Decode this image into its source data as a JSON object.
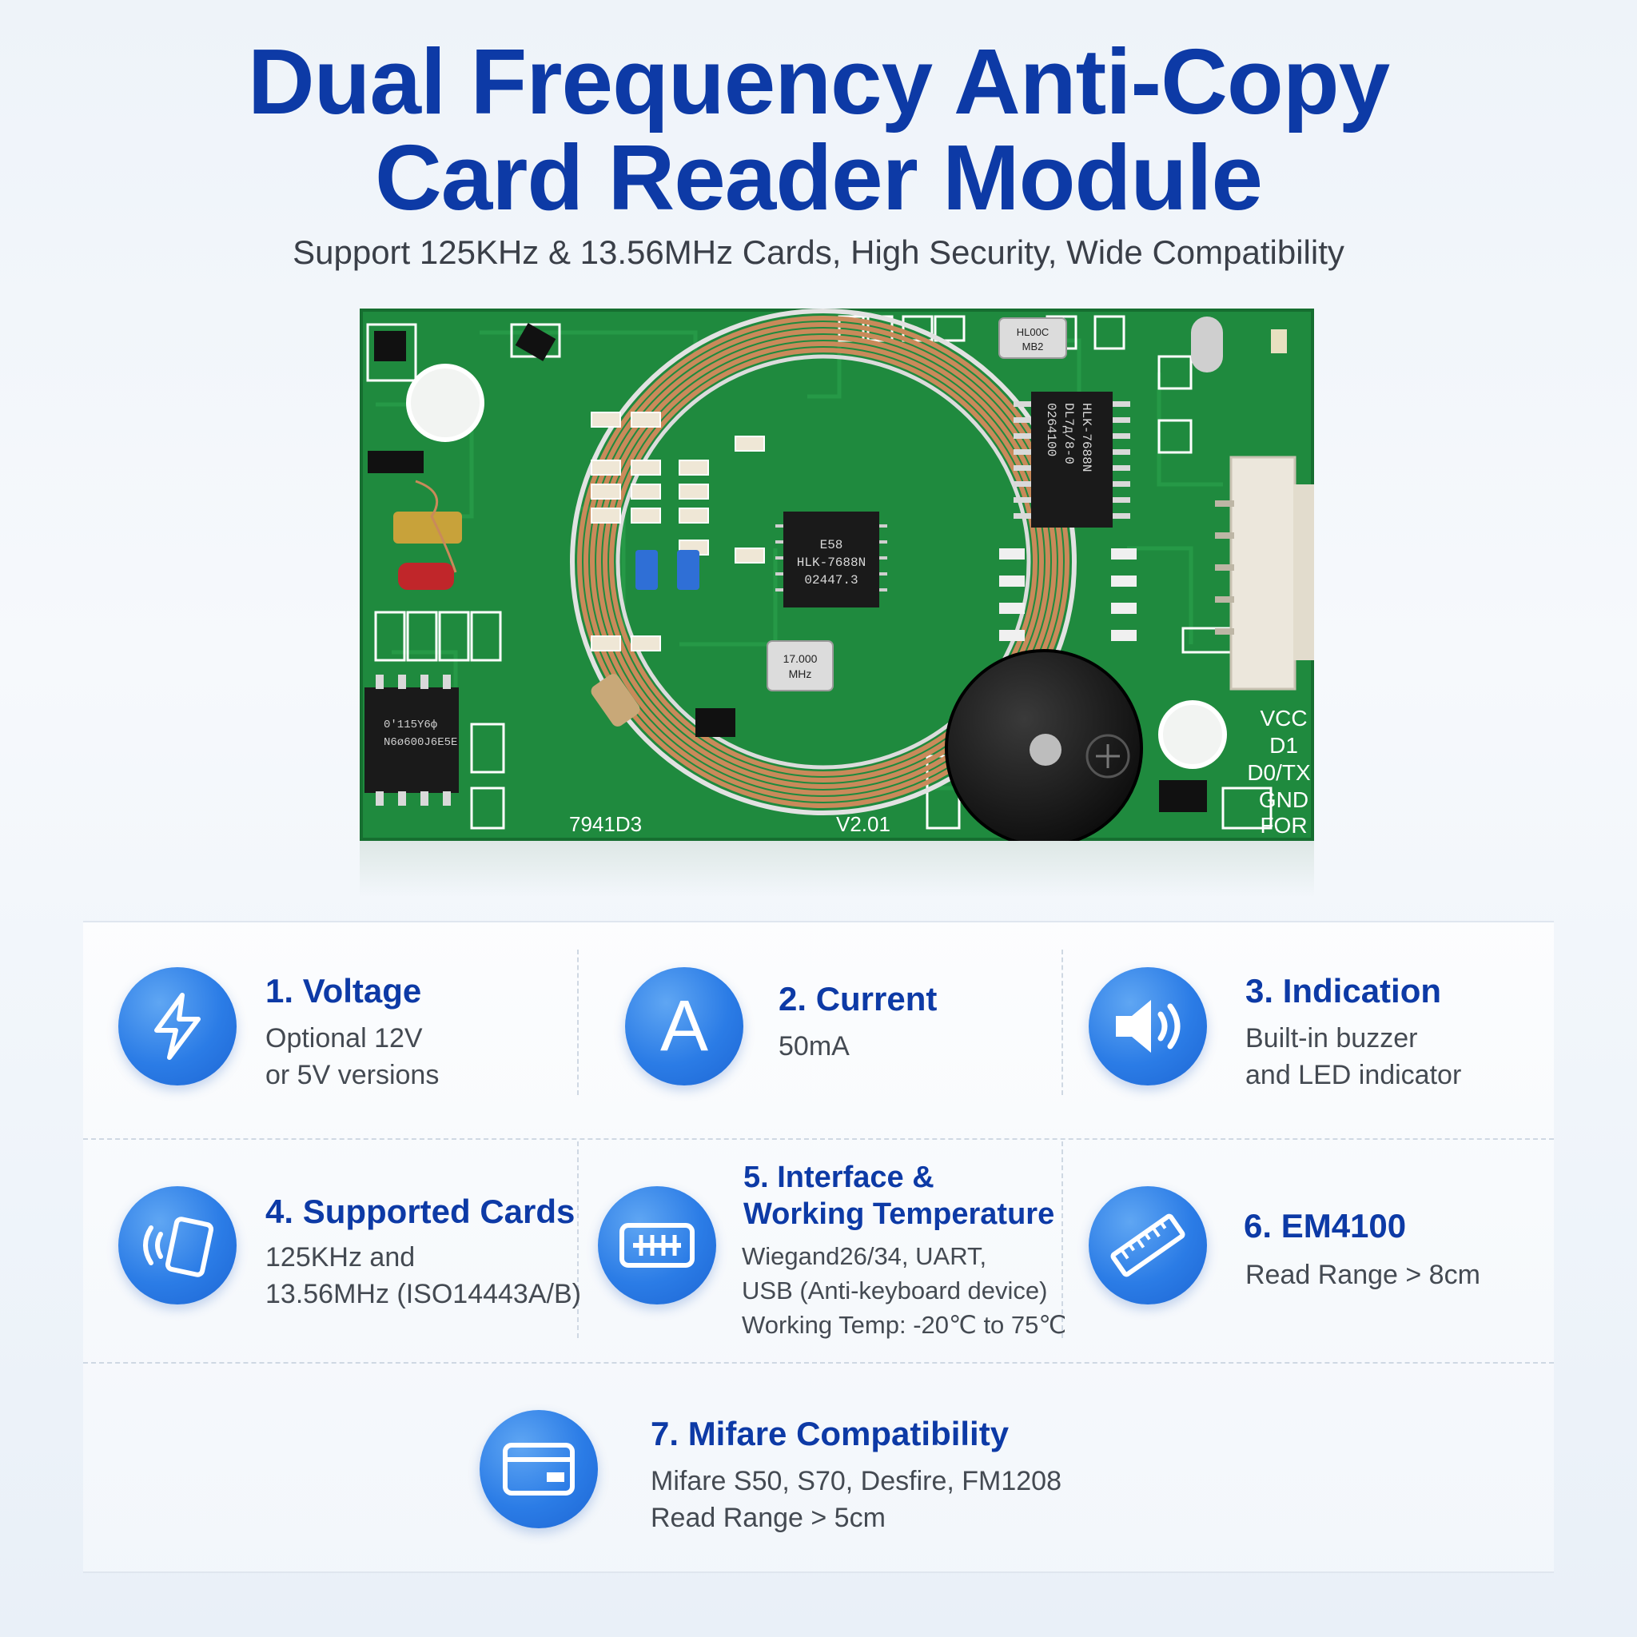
{
  "header": {
    "title_line1": "Dual Frequency Anti-Copy",
    "title_line2": "Card Reader Module",
    "subtitle": "Support 125KHz & 13.56MHz Cards, High Security, Wide Compatibility"
  },
  "pcb": {
    "main_chip": [
      "E58",
      "HLK-7688N",
      "02447.3"
    ],
    "crystal_17": [
      "17.000",
      "MHz"
    ],
    "crystal_top": [
      "HL00C",
      "MB2"
    ],
    "right_chip": [
      "HLK-7688N",
      "DL7д/8-0",
      "0264100"
    ],
    "left_chip": [
      "0'115Y6ф",
      "N6ø600J6E5E"
    ],
    "bottom_left_label": "7941D3",
    "version_label": "V2.01",
    "pins": [
      "VCC",
      "D1",
      "D0/TX",
      "GND",
      "FOR"
    ]
  },
  "features": [
    {
      "title": "1. Voltage",
      "lines": [
        "Optional 12V",
        "or 5V versions"
      ],
      "icon": "lightning-icon"
    },
    {
      "title": "2. Current",
      "lines": [
        "50mA"
      ],
      "icon": "ampere-icon",
      "icon_text": "A"
    },
    {
      "title": "3. Indication",
      "lines": [
        "Built-in buzzer",
        "and LED indicator"
      ],
      "icon": "speaker-icon"
    },
    {
      "title": "4. Supported Cards",
      "lines": [
        "125KHz and",
        "13.56MHz (ISO14443A/B)"
      ],
      "icon": "nfc-card-icon"
    },
    {
      "title_line1": "5. Interface &",
      "title_line2": "Working Temperature",
      "lines": [
        "Wiegand26/34, UART,",
        "USB (Anti-keyboard device)",
        "Working Temp: -20℃ to 75℃"
      ],
      "icon": "connector-icon"
    },
    {
      "title": "6. EM4100",
      "lines": [
        "Read Range > 8cm"
      ],
      "icon": "ruler-icon"
    },
    {
      "title": "7. Mifare Compatibility",
      "lines": [
        "Mifare S50, S70, Desfire, FM1208",
        "Read Range > 5cm"
      ],
      "icon": "credit-card-icon"
    }
  ],
  "colors": {
    "title_blue": "#0d3aa6",
    "icon_blue": "#2b7ce6",
    "pcb_green": "#1f8a3e",
    "copper": "#c98a5a"
  }
}
